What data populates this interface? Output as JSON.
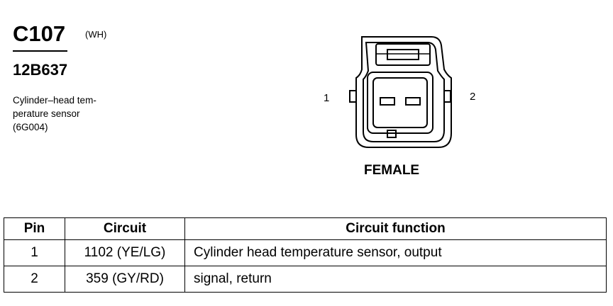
{
  "connector": {
    "id": "C107",
    "color_code": "(WH)",
    "part_number": "12B637",
    "description_lines": [
      "Cylinder–head tem-",
      "perature sensor",
      "(6G004)"
    ]
  },
  "diagram": {
    "pin_left_label": "1",
    "pin_right_label": "2",
    "gender_label": "FEMALE"
  },
  "table": {
    "headers": [
      "Pin",
      "Circuit",
      "Circuit function"
    ],
    "rows": [
      {
        "pin": "1",
        "circuit": "1102 (YE/LG)",
        "function": "Cylinder head temperature sensor, output"
      },
      {
        "pin": "2",
        "circuit": "359 (GY/RD)",
        "function": "signal, return"
      }
    ]
  }
}
